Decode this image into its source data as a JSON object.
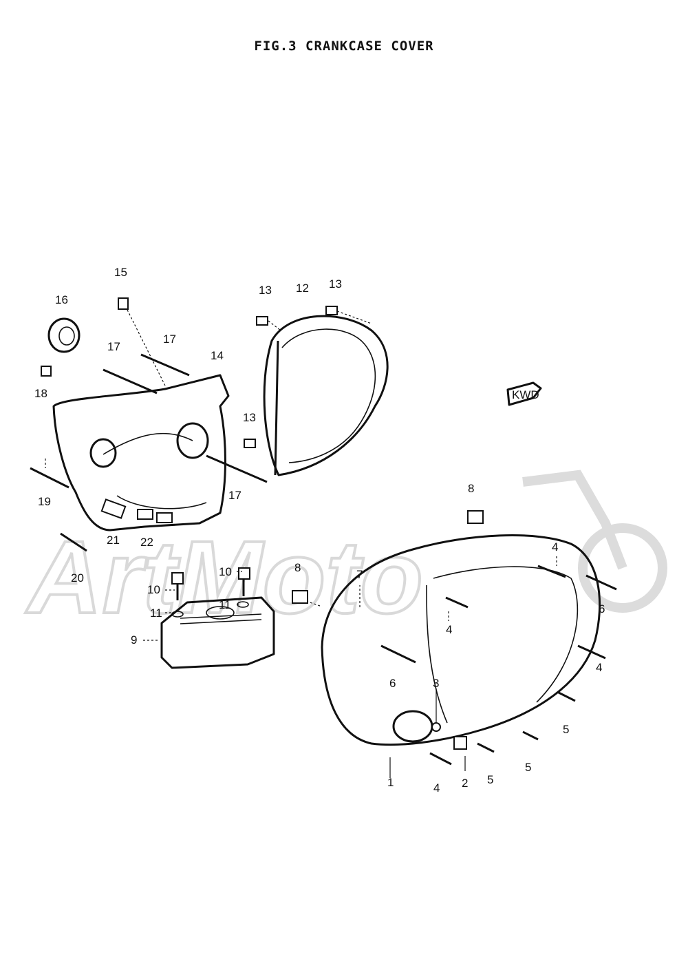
{
  "figure": {
    "title": "FIG.3  CRANKCASE COVER",
    "direction_marker": "KWD"
  },
  "callouts": [
    {
      "id": "c1",
      "label": "1"
    },
    {
      "id": "c2",
      "label": "2"
    },
    {
      "id": "c3",
      "label": "3"
    },
    {
      "id": "c4a",
      "label": "4"
    },
    {
      "id": "c4b",
      "label": "4"
    },
    {
      "id": "c4c",
      "label": "4"
    },
    {
      "id": "c4d",
      "label": "4"
    },
    {
      "id": "c5a",
      "label": "5"
    },
    {
      "id": "c5b",
      "label": "5"
    },
    {
      "id": "c5c",
      "label": "5"
    },
    {
      "id": "c6a",
      "label": "6"
    },
    {
      "id": "c6b",
      "label": "6"
    },
    {
      "id": "c7",
      "label": "7"
    },
    {
      "id": "c8a",
      "label": "8"
    },
    {
      "id": "c8b",
      "label": "8"
    },
    {
      "id": "c9",
      "label": "9"
    },
    {
      "id": "c10a",
      "label": "10"
    },
    {
      "id": "c10b",
      "label": "10"
    },
    {
      "id": "c11a",
      "label": "11"
    },
    {
      "id": "c11b",
      "label": "11"
    },
    {
      "id": "c12",
      "label": "12"
    },
    {
      "id": "c13a",
      "label": "13"
    },
    {
      "id": "c13b",
      "label": "13"
    },
    {
      "id": "c13c",
      "label": "13"
    },
    {
      "id": "c14",
      "label": "14"
    },
    {
      "id": "c15",
      "label": "15"
    },
    {
      "id": "c16",
      "label": "16"
    },
    {
      "id": "c17a",
      "label": "17"
    },
    {
      "id": "c17b",
      "label": "17"
    },
    {
      "id": "c17c",
      "label": "17"
    },
    {
      "id": "c18",
      "label": "18"
    },
    {
      "id": "c19",
      "label": "19"
    },
    {
      "id": "c20",
      "label": "20"
    },
    {
      "id": "c21",
      "label": "21"
    },
    {
      "id": "c22",
      "label": "22"
    }
  ]
}
